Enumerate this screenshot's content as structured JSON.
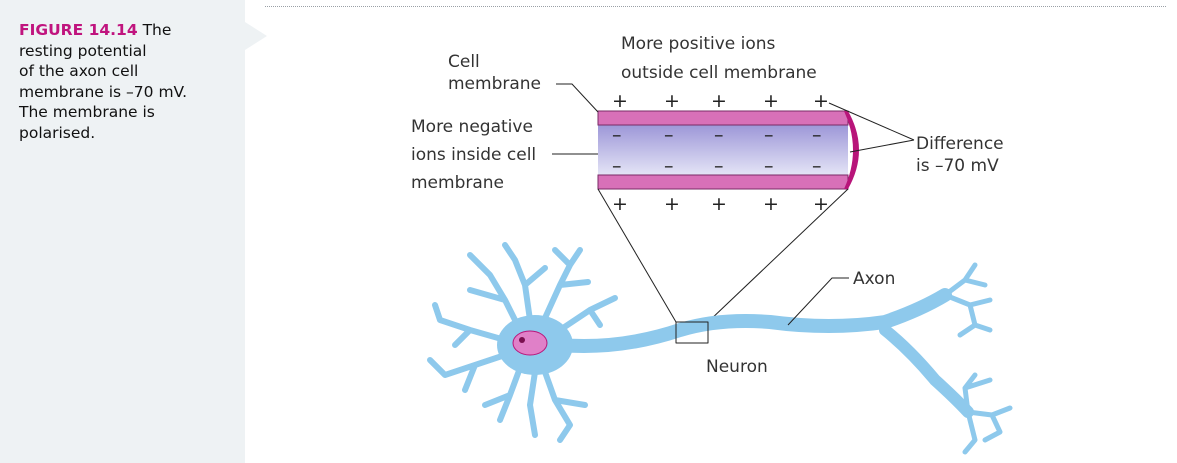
{
  "caption": {
    "figure_label": "FIGURE 14.14",
    "text_first": "The",
    "lines": [
      "resting potential",
      "of the axon cell",
      "membrane is –70 mV.",
      "The membrane is",
      "polarised."
    ]
  },
  "labels": {
    "cell_membrane": [
      "Cell",
      "membrane"
    ],
    "positive_ions": [
      "More positive ions",
      "outside cell membrane"
    ],
    "negative_ions": [
      "More negative",
      "ions inside cell",
      "membrane"
    ],
    "difference": [
      "Difference",
      "is –70 mV"
    ],
    "axon": "Axon",
    "neuron": "Neuron"
  },
  "signs": {
    "plus": "+",
    "minus": "–"
  },
  "colors": {
    "membrane": "#d870b8",
    "membrane_end": "#b8157a",
    "inside_gradient_top": "#9d97d8",
    "inside_gradient_bottom": "#e4e4f6",
    "neuron": "#8ec9ec",
    "neuron_outline": "#5aa6d8",
    "nucleus": "#e080c8",
    "sidebar": "#eef2f4",
    "figure_label": "#c0147e"
  },
  "icons": {
    "neuron": "neuron-illustration"
  }
}
